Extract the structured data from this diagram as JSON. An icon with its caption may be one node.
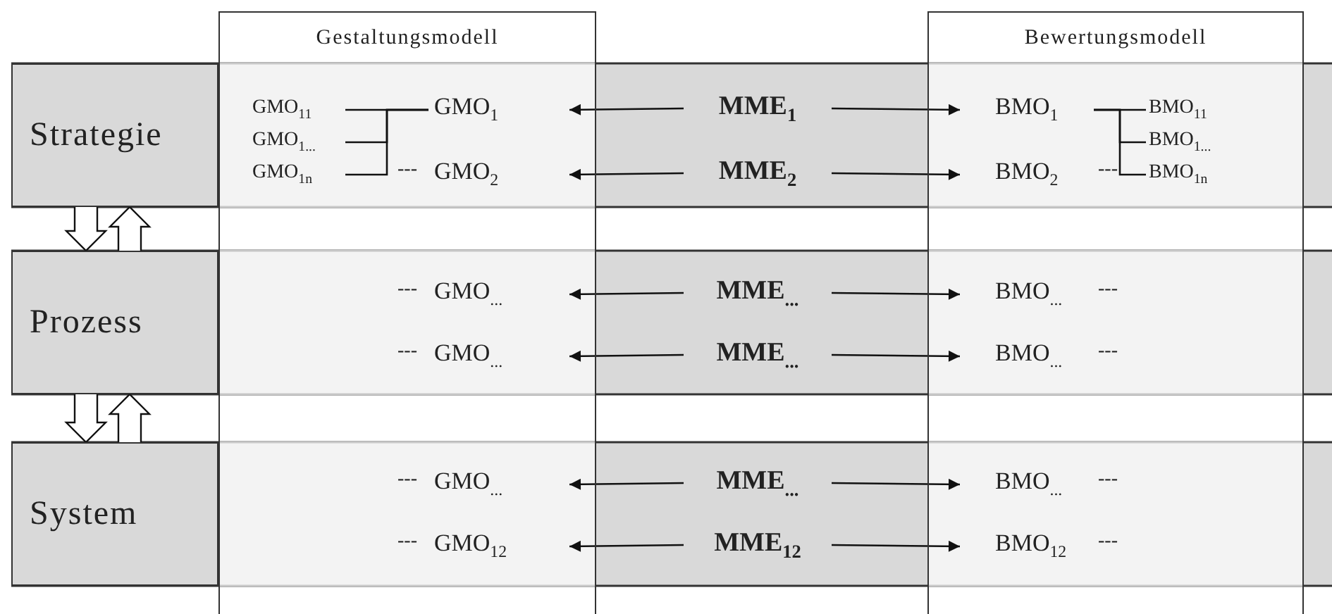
{
  "diagram": {
    "nodes": [
      {
        "text": [
          "Gestaltungsmodell"
        ]
      },
      {
        "text": [
          "Bewertungsmodell"
        ]
      },
      {
        "text": [
          "Strategie"
        ]
      },
      {
        "text": [
          "Prozess"
        ]
      },
      {
        "text": [
          "System"
        ]
      },
      {
        "text": [
          "GMO$_{11}$"
        ],
        "in": 0
      },
      {
        "text": [
          "GMO$_{1}$"
        ],
        "in": 0
      },
      {
        "text": [
          "MME$_{1}$"
        ]
      },
      {
        "text": [
          "BMO$_{1}$"
        ],
        "in": 1
      },
      {
        "text": [
          "BMO$_{11}$"
        ],
        "in": 1
      },
      {
        "text": [
          "GMO$_{1...}$"
        ],
        "in": 0
      },
      {
        "text": [
          "BMO$_{1...}$"
        ],
        "in": 1
      },
      {
        "text": [
          "GMO$_{1n}$"
        ],
        "in": 0
      },
      {
        "text": [
          "GMO$_{2}$"
        ],
        "in": 0
      },
      {
        "text": [
          "MME$_{2}$"
        ]
      },
      {
        "text": [
          "BMO$_{2}$"
        ],
        "in": 1
      },
      {
        "text": [
          "BMO$_{1n}$"
        ],
        "in": 1
      },
      {
        "text": [
          "GMO$_{...}$"
        ],
        "in": 0
      },
      {
        "text": [
          "MME$_{...}$"
        ]
      },
      {
        "text": [
          "BMO$_{...}$"
        ],
        "in": 1
      },
      {
        "text": [
          "GMO$_{...}$"
        ],
        "in": 0
      },
      {
        "text": [
          "MME$_{...}$"
        ]
      },
      {
        "text": [
          "BMO$_{...}$"
        ],
        "in": 1
      },
      {
        "text": [
          "GMO$_{...}$"
        ],
        "in": 0
      },
      {
        "text": [
          "MME$_{...}$"
        ]
      },
      {
        "text": [
          "BMO$_{...}$"
        ],
        "in": 1
      },
      {
        "text": [
          "GMO$_{12}$"
        ],
        "in": 0
      },
      {
        "text": [
          "MME$_{12}$"
        ]
      },
      {
        "text": [
          "BMO$_{12}$"
        ],
        "in": 1
      }
    ],
    "edges": [
      {
        "from": 5,
        "to": 6,
        "arrow": "none"
      },
      {
        "from": 10,
        "to": 6,
        "arrow": "none"
      },
      {
        "from": 12,
        "to": 6,
        "arrow": "none"
      },
      {
        "from": 8,
        "to": 9,
        "arrow": "none"
      },
      {
        "from": 8,
        "to": 11,
        "arrow": "none"
      },
      {
        "from": 8,
        "to": 16,
        "arrow": "none"
      },
      {
        "from": 7,
        "to": 6,
        "arrow": "to"
      },
      {
        "from": 7,
        "to": 8,
        "arrow": "to"
      },
      {
        "from": 14,
        "to": 13,
        "arrow": "to"
      },
      {
        "from": 14,
        "to": 15,
        "arrow": "to"
      },
      {
        "from": 18,
        "to": 17,
        "arrow": "to"
      },
      {
        "from": 18,
        "to": 19,
        "arrow": "to"
      },
      {
        "from": 21,
        "to": 20,
        "arrow": "to"
      },
      {
        "from": 21,
        "to": 22,
        "arrow": "to"
      },
      {
        "from": 24,
        "to": 23,
        "arrow": "to"
      },
      {
        "from": 24,
        "to": 25,
        "arrow": "to"
      },
      {
        "from": 27,
        "to": 26,
        "arrow": "to"
      },
      {
        "from": 27,
        "to": 28,
        "arrow": "to"
      },
      {
        "from": 2,
        "to": 3,
        "arrow": "to",
        "style": "thick"
      },
      {
        "from": 3,
        "to": 2,
        "arrow": "to",
        "style": "thick"
      },
      {
        "from": 3,
        "to": 4,
        "arrow": "to",
        "style": "thick"
      },
      {
        "from": 4,
        "to": 3,
        "arrow": "to",
        "style": "thick"
      }
    ],
    "labels": [
      "---",
      "---",
      "---",
      "---",
      "---",
      "---",
      "---",
      "---",
      "---",
      "---"
    ]
  }
}
